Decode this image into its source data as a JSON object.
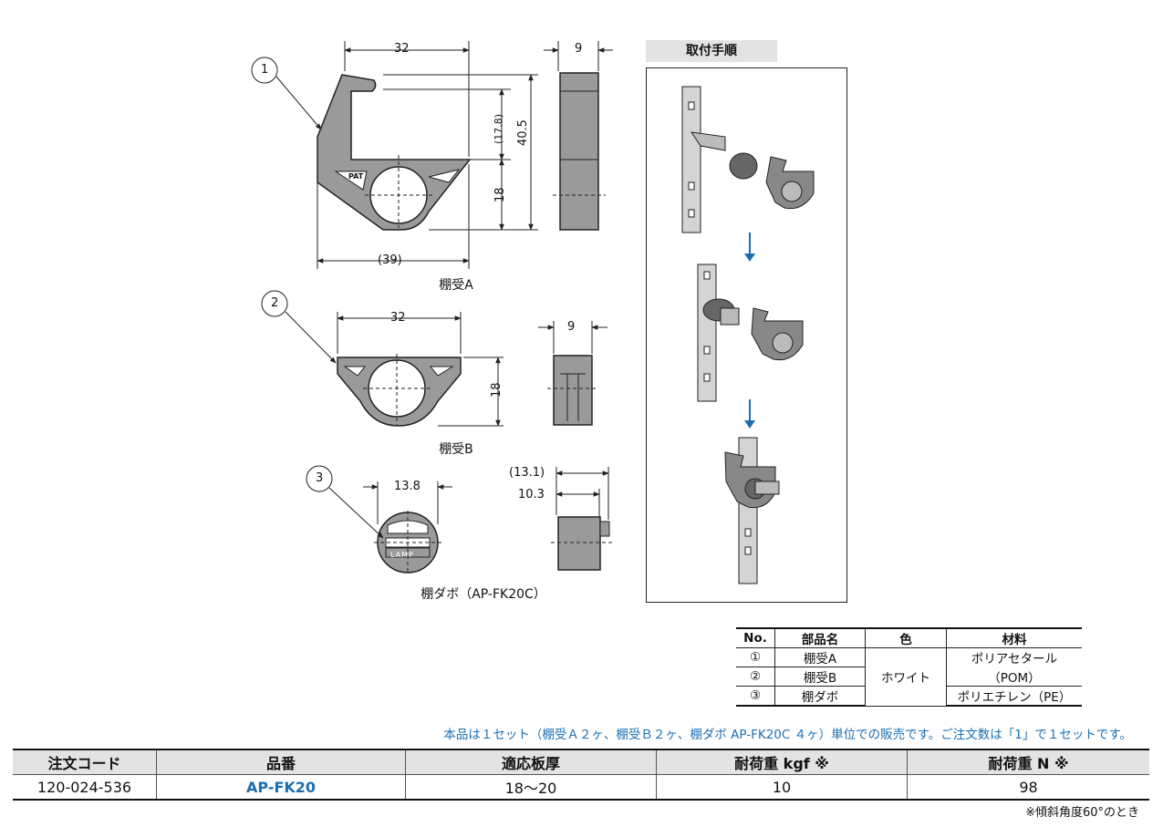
{
  "procedure": {
    "title": "取付手順"
  },
  "drawings": {
    "bracket_a": {
      "number": "1",
      "caption": "棚受A",
      "dims": {
        "width": "32",
        "width_total": "(39)",
        "height": "40.5",
        "upper": "(17.8)",
        "lower": "18",
        "thickness": "9"
      },
      "mark": "PAT"
    },
    "bracket_b": {
      "number": "2",
      "caption": "棚受B",
      "dims": {
        "width": "32",
        "height": "18",
        "thickness": "9"
      }
    },
    "dowel": {
      "number": "3",
      "caption": "棚ダボ（AP-FK20C）",
      "dims": {
        "diameter": "13.8",
        "length_total": "(13.1)",
        "length": "10.3"
      },
      "mark": "LAMP"
    }
  },
  "parts_table": {
    "headers": [
      "No.",
      "部品名",
      "色",
      "材料"
    ],
    "rows": [
      {
        "no": "①",
        "name": "棚受A"
      },
      {
        "no": "②",
        "name": "棚受B"
      },
      {
        "no": "③",
        "name": "棚ダボ"
      }
    ],
    "color": "ホワイト",
    "material_pom_1": "ポリアセタール",
    "material_pom_2": "（POM）",
    "material_pe": "ポリエチレン（PE）"
  },
  "sale_note": "本品は１セット（棚受Ａ２ヶ、棚受Ｂ２ヶ、棚ダボ AP-FK20C ４ヶ）単位での販売です。ご注文数は「1」で１セットです。",
  "order_table": {
    "headers": [
      "注文コード",
      "品番",
      "適応板厚",
      "耐荷重 kgf ※",
      "耐荷重 N ※"
    ],
    "row": {
      "code": "120-024-536",
      "part_no": "AP-FK20",
      "thickness": "18～20",
      "load_kgf": "10",
      "load_n": "98"
    }
  },
  "footnote": "※傾斜角度60°のとき",
  "colors": {
    "accent_blue": "#1a6fb3",
    "part_gray": "#9a9a9a",
    "header_gray": "#e3e3e3"
  }
}
